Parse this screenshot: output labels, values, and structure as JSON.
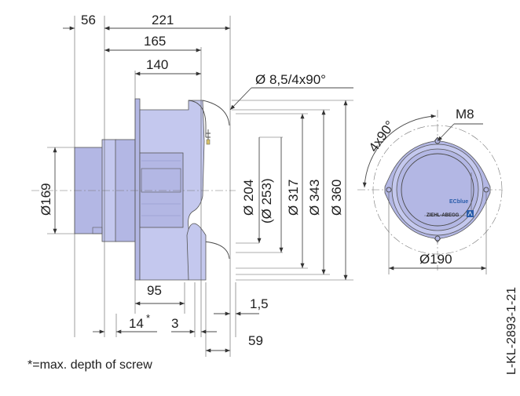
{
  "dimensions": {
    "d56": "56",
    "d221": "221",
    "d165": "165",
    "d140": "140",
    "mounting_holes": "Ø 8,5/4x90°",
    "dia169": "Ø169",
    "dia204": "Ø 204",
    "dia253": "(Ø 253)",
    "dia317": "Ø 317",
    "dia343": "Ø 343",
    "dia360": "Ø 360",
    "d95": "95",
    "d14": "14",
    "asterisk": "*",
    "d3": "3",
    "d1_5": "1,5",
    "d59": "59",
    "dia190": "Ø190",
    "thread": "M8",
    "angle": "4x90°"
  },
  "footnote": "*=max. depth of screw",
  "drawing_number": "L-KL-2893-1-21",
  "labels": {
    "ec_logo": "ECblue",
    "brand": "ZIEHL-ABEGG"
  },
  "colors": {
    "fan_body": "#b3b7e4",
    "fan_body_light": "#c4c8ee",
    "lines": "#4a4a4a",
    "logo_blue": "#2a5caa"
  }
}
